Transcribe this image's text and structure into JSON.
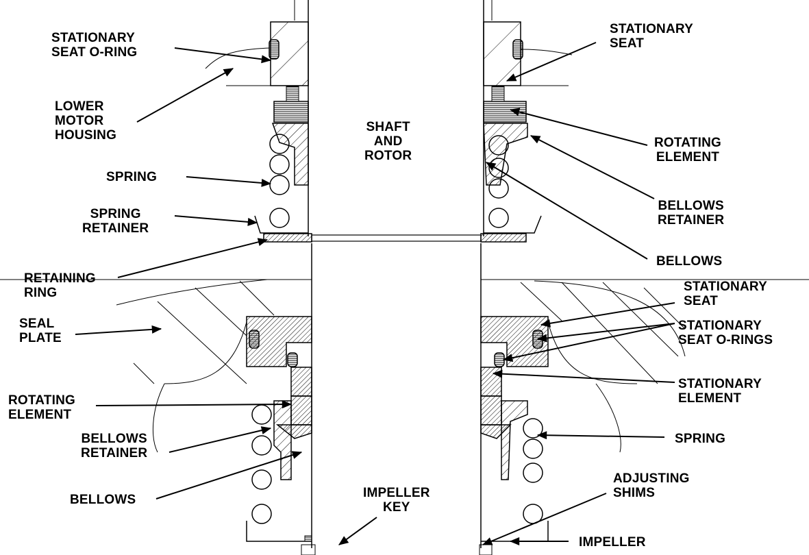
{
  "labels": {
    "stationary_seat_oring_top": "STATIONARY\nSEAT O-RING",
    "lower_motor_housing": "LOWER\nMOTOR\nHOUSING",
    "spring_top": "SPRING",
    "spring_retainer": "SPRING\nRETAINER",
    "retaining_ring": "RETAINING\nRING",
    "seal_plate": "SEAL\nPLATE",
    "rotating_element_bottom": "ROTATING\nELEMENT",
    "bellows_retainer_bottom": "BELLOWS\nRETAINER",
    "bellows_bottom": "BELLOWS",
    "shaft_and_rotor": "SHAFT\nAND\nROTOR",
    "impeller_key": "IMPELLER\nKEY",
    "stationary_seat_top": "STATIONARY\nSEAT",
    "rotating_element_top": "ROTATING\nELEMENT",
    "bellows_retainer_top": "BELLOWS\nRETAINER",
    "bellows_top": "BELLOWS",
    "stationary_seat_bottom": "STATIONARY\nSEAT",
    "stationary_seat_orings": "STATIONARY\nSEAT O-RINGS",
    "stationary_element": "STATIONARY\nELEMENT",
    "spring_bottom": "SPRING",
    "adjusting_shims": "ADJUSTING\nSHIMS",
    "impeller": "IMPELLER"
  }
}
